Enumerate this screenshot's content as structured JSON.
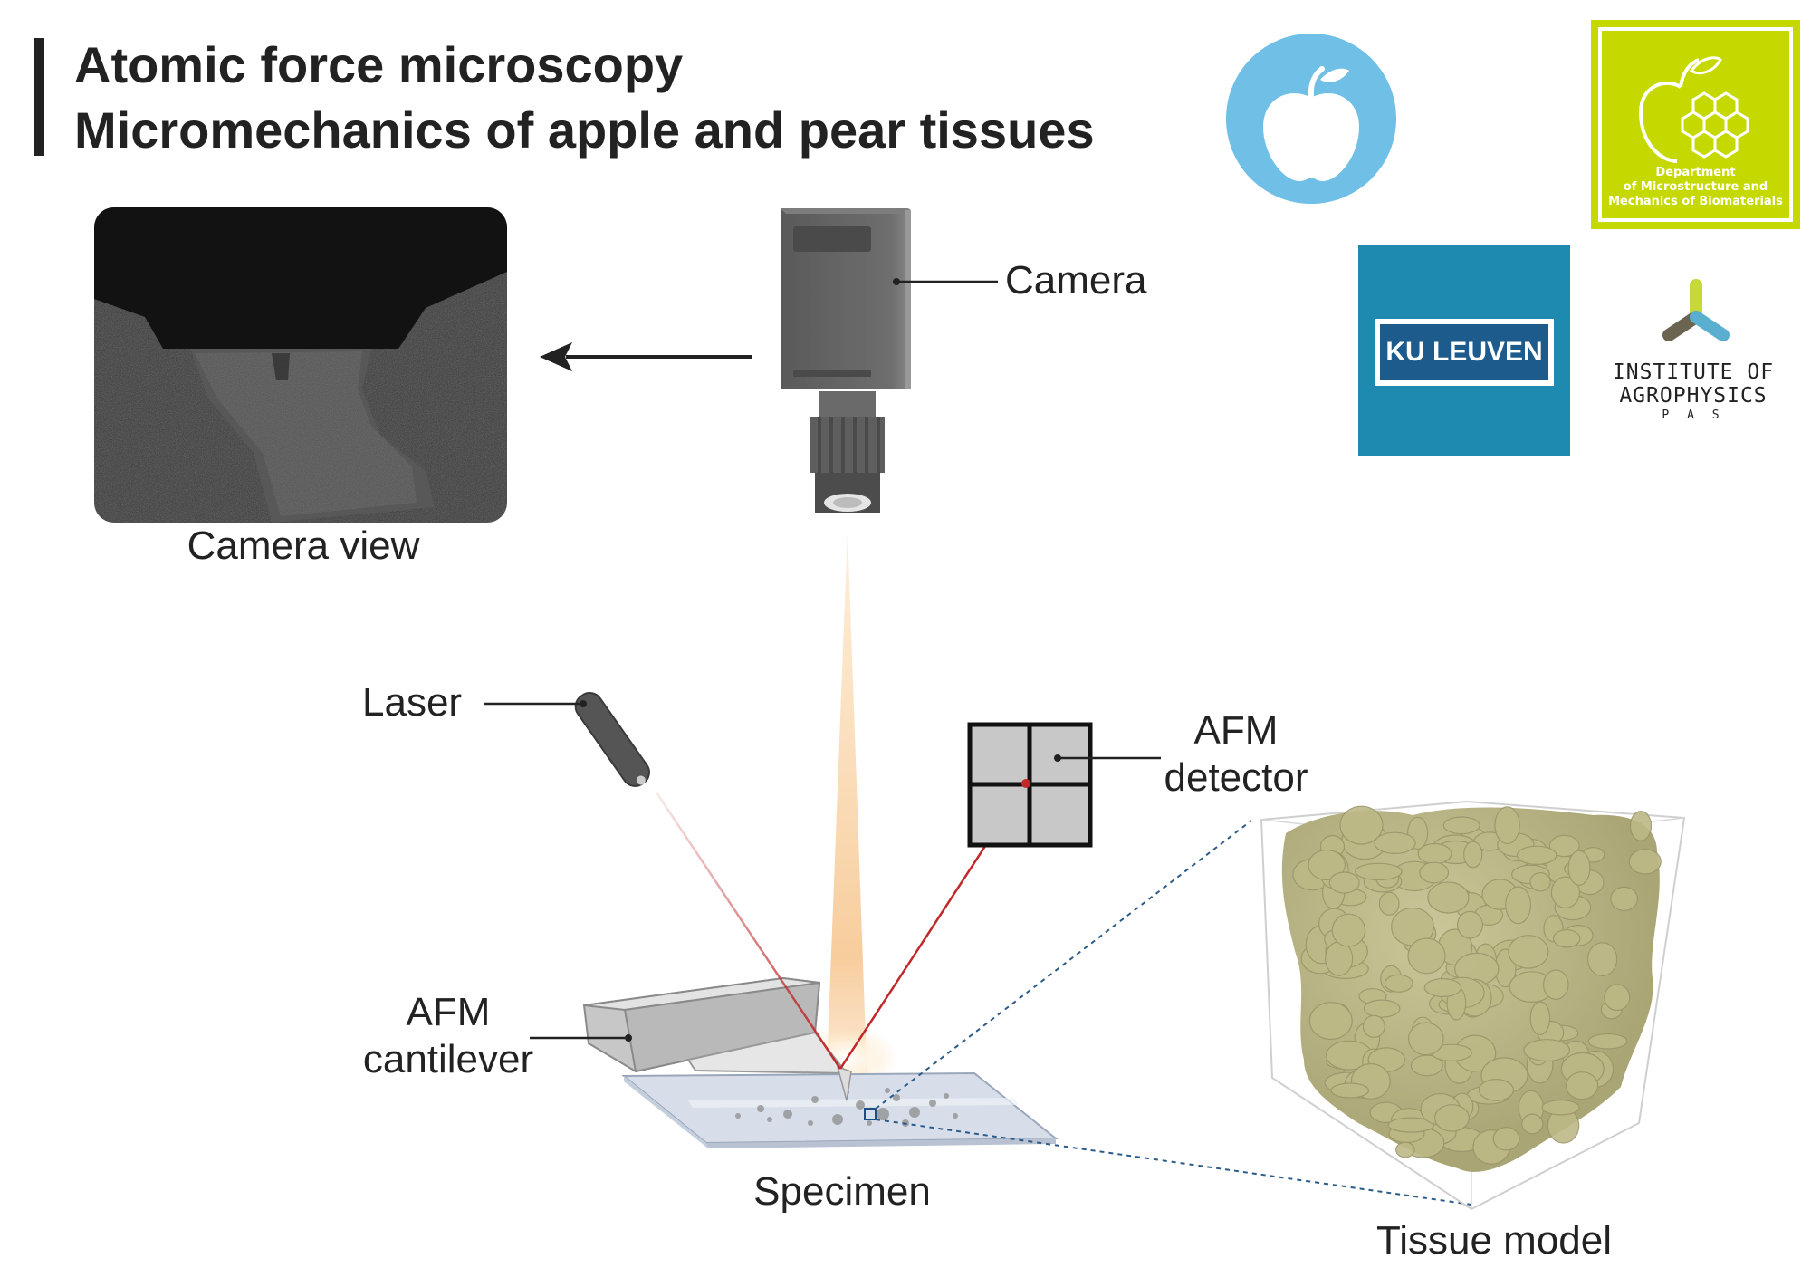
{
  "title": {
    "line1": "Atomic force microscopy",
    "line2": "Micromechanics of apple and pear tissues"
  },
  "labels": {
    "camera": "Camera",
    "camera_view": "Camera view",
    "laser": "Laser",
    "afm_detector_line1": "AFM",
    "afm_detector_line2": "detector",
    "afm_cantilever_line1": "AFM",
    "afm_cantilever_line2": "cantilever",
    "specimen": "Specimen",
    "tissue_model": "Tissue model"
  },
  "logos": {
    "dept_line1": "Department",
    "dept_line2": "of Microstructure and",
    "dept_line3": "Mechanics of Biomaterials",
    "ku_leuven": "KU LEUVEN",
    "agro_line1": "INSTITUTE OF",
    "agro_line2": "AGROPHYSICS",
    "agro_line3": "P A S"
  },
  "colors": {
    "apple_logo_bg": "#6fbfe6",
    "dept_logo_bg": "#c5d900",
    "ku_leuven_bg": "#1f8ab0",
    "ku_leuven_inner": "#1d5b8c",
    "laser_beam": "#c0282a",
    "light_cone": "#f7c98f",
    "tissue": "#b8b483",
    "dotted_line": "#2a5b8a"
  },
  "icons": {
    "apple": "apple-icon",
    "camera": "camera-icon",
    "laser": "laser-icon",
    "detector": "quad-detector-icon",
    "cantilever": "cantilever-icon"
  }
}
